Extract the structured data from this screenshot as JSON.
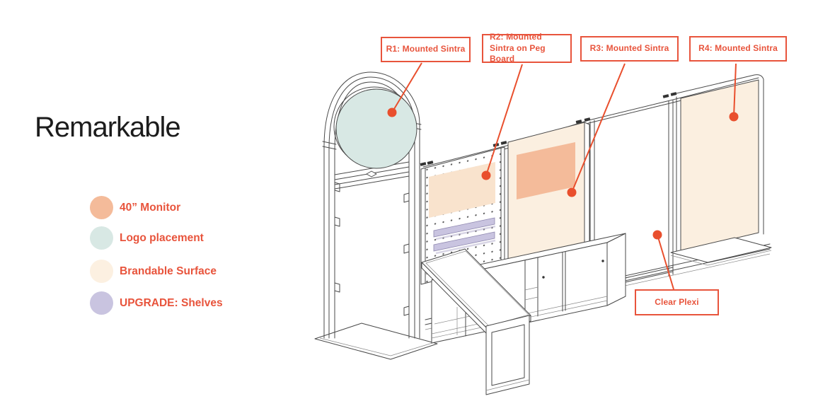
{
  "title": "Remarkable",
  "colors": {
    "accent": "#E8543C",
    "accent_line": "#E94F2D",
    "ink": "#1C1C1C",
    "line_art": "#4A4A4A",
    "monitor": "#F4BB9A",
    "logo": "#D8E8E4",
    "brandable": "#FBEFE0",
    "brandable_deep": "#F9E3CD",
    "shelves": "#C9C4E0"
  },
  "legend": {
    "items": [
      {
        "id": "monitor",
        "label": "40” Monitor",
        "color": "#F4BB9A"
      },
      {
        "id": "logo",
        "label": "Logo placement",
        "color": "#D8E8E4"
      },
      {
        "id": "brandable",
        "label": "Brandable Surface",
        "color": "#FCF0E1"
      },
      {
        "id": "shelves",
        "label": "UPGRADE: Shelves",
        "color": "#C9C4E0"
      }
    ]
  },
  "callouts": [
    {
      "id": "r1",
      "label": "R1: Mounted Sintra"
    },
    {
      "id": "r2",
      "label": "R2: Mounted Sintra on Peg Board"
    },
    {
      "id": "r3",
      "label": "R3: Mounted Sintra"
    },
    {
      "id": "r4",
      "label": "R4: Mounted Sintra"
    },
    {
      "id": "clear-plexi",
      "label": "Clear Plexi"
    }
  ]
}
